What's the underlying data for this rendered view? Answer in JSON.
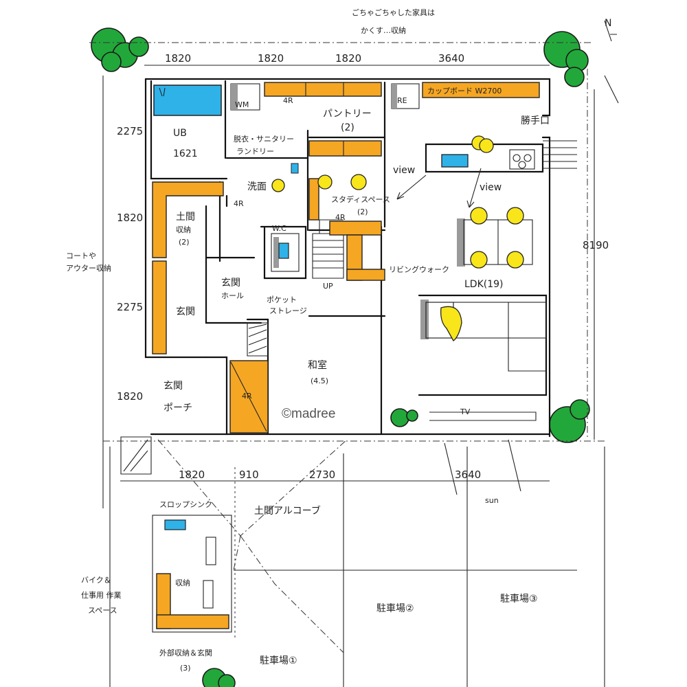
{
  "annotations": {
    "north": "N",
    "top_note_line1": "ごちゃごちゃした家具は",
    "top_note_line2": "かくす…収納",
    "coat_note_line1": "コートや",
    "coat_note_line2": "アウター収納",
    "bike_note_line1": "バイク＆",
    "bike_note_line2": "仕事用 作業",
    "bike_note_line3": "スペース",
    "view1": "view",
    "view2": "view",
    "sun": "sun",
    "watermark": "©madree"
  },
  "dimensions": {
    "top": [
      "1820",
      "1820",
      "1820",
      "3640"
    ],
    "bottom": [
      "1820",
      "910",
      "2730",
      "3640"
    ],
    "left": [
      "2275",
      "1820",
      "2275",
      "1820"
    ],
    "right": "8190"
  },
  "rooms": {
    "wm": "WM",
    "re": "RE",
    "counter": "カップボード W2700",
    "katteguchi": "勝手口",
    "pantry": "パントリー",
    "pantry_size": "(2)",
    "ub": "UB",
    "ub_size": "1621",
    "laundry_line1": "脱衣・サニタリー",
    "laundry_line2": "ランドリー",
    "wash": "洗面",
    "study_space": "スタディスペース",
    "study_size": "(2)",
    "doma_storage": "土間",
    "doma_storage_2": "収納",
    "doma_size": "(2)",
    "wc": "W.C",
    "living_walk": "リビングウォーク",
    "ldk": "LDK(19)",
    "genkan_hall_line1": "玄関",
    "genkan_hall_line2": "ホール",
    "pocket_line1": "ポケット",
    "pocket_line2": "ストレージ",
    "genkan": "玄関",
    "genkan_porch_line1": "玄関",
    "genkan_porch_line2": "ポーチ",
    "washitsu": "和室",
    "washitsu_size": "(4.5)",
    "up": "UP",
    "tv": "TV",
    "tag_4r": "4R",
    "storage_tag": "収納",
    "alcove": "土間アルコーブ",
    "slop_sink": "スロップシンク",
    "outer_storage_line1": "外部収納＆玄関",
    "outer_storage_line2": "(3)",
    "parking_2": "駐車場②",
    "parking_3": "駐車場③",
    "parking_1": "駐車場①"
  }
}
